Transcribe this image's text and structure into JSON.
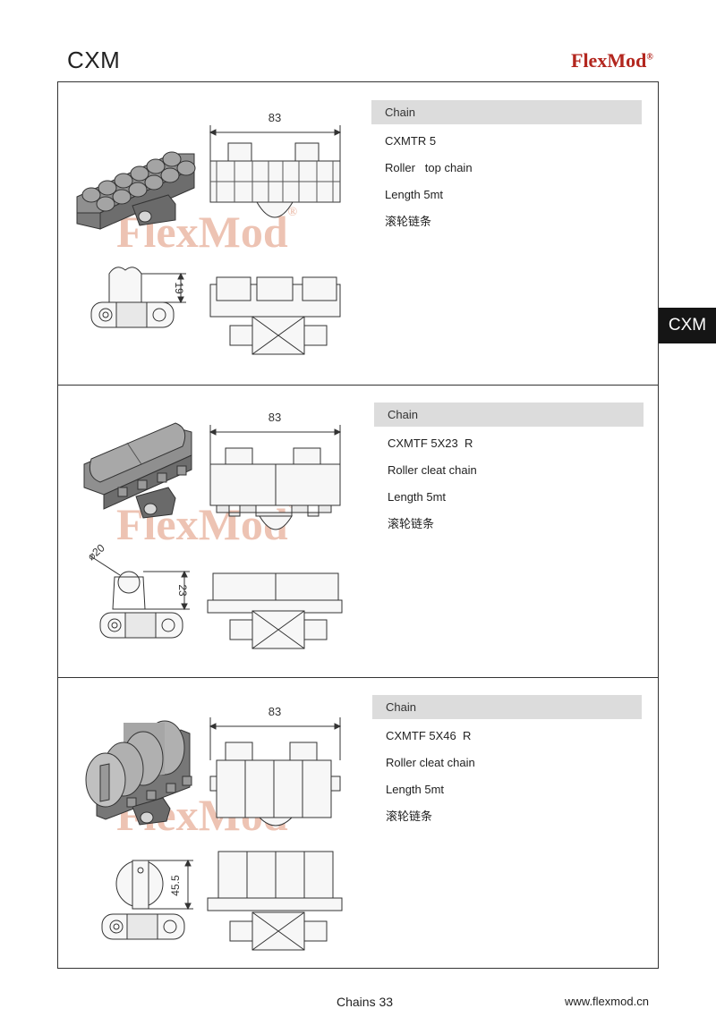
{
  "header": {
    "title": "CXM",
    "logo": "FlexMod",
    "logo_mark": "®"
  },
  "side_tab": "CXM",
  "sections": [
    {
      "label": "Chain",
      "code": "CXMTR 5",
      "description": "Roller   top chain",
      "length": "Length 5mt",
      "chinese": "滚轮链条",
      "dim_width": "83",
      "dim_height": "19",
      "dim_diameter": ""
    },
    {
      "label": "Chain",
      "code": "CXMTF 5X23  R",
      "description": "Roller cleat chain",
      "length": "Length 5mt",
      "chinese": "滚轮链条",
      "dim_width": "83",
      "dim_height": "23",
      "dim_diameter": "⌀20"
    },
    {
      "label": "Chain",
      "code": "CXMTF 5X46  R",
      "description": "Roller cleat chain",
      "length": "Length 5mt",
      "chinese": "滚轮链条",
      "dim_width": "83",
      "dim_height": "45.5",
      "dim_diameter": ""
    }
  ],
  "footer": {
    "page": "Chains 33",
    "url": "www.flexmod.cn"
  }
}
